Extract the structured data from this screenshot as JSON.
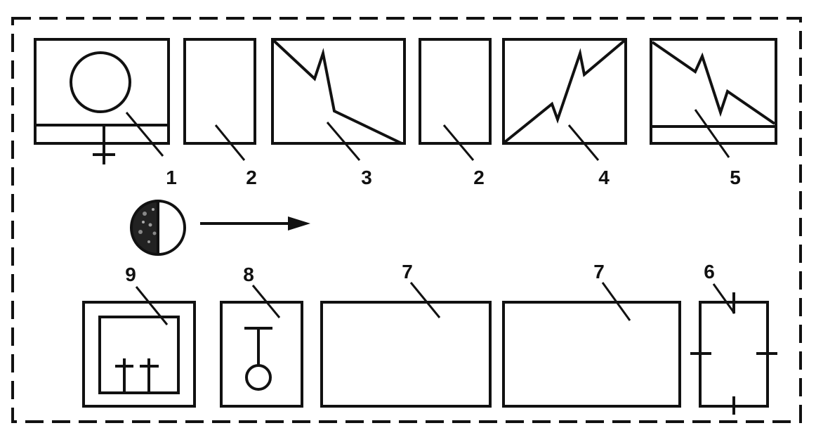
{
  "labels": {
    "n1": "1",
    "n2a": "2",
    "n3": "3",
    "n2b": "2",
    "n4": "4",
    "n5": "5",
    "n6": "6",
    "n7a": "7",
    "n7b": "7",
    "n8": "8",
    "n9": "9"
  },
  "icons": [
    "circle-symbol",
    "zigzag-line",
    "half-shaded-moon",
    "direction-arrow",
    "bulb-symbol",
    "cross-ticks"
  ],
  "colors": {
    "ink": "#111111",
    "background": "#ffffff"
  }
}
